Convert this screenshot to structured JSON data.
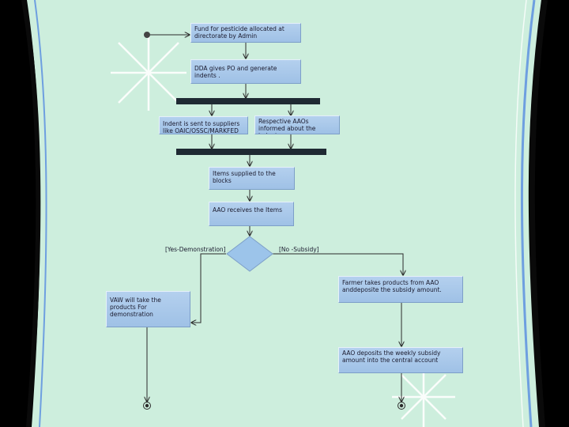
{
  "colors": {
    "canvas": "#cdeedd",
    "box_fill": "#a9c8ea",
    "sync_bar": "#1f2a33",
    "decision": "#9cc4ea",
    "stripe_blue": "#6e9fe0",
    "line": "#2b2b2b"
  },
  "nodes": {
    "fund": "Fund for pesticide allocated at directorate by Admin",
    "dda": "DDA gives PO and generate indents .",
    "indent": "Indent is sent to suppliers like OAIC/OSSC/MARKFED",
    "aaos_informed": "Respective AAOs informed about the indent",
    "items_supplied": "Items supplied to the blocks",
    "aao_receives": "AAO receives the Items",
    "vaw": "VAW will take the products For demonstration",
    "farmer": "Farmer takes products from AAO anddeposite the subsidy amount.",
    "aao_deposits": "AAO deposits the weekly subsidy amount into the central account"
  },
  "guards": {
    "yes": "[Yes-Demonstration]",
    "no": "[No -Subsidy]"
  }
}
